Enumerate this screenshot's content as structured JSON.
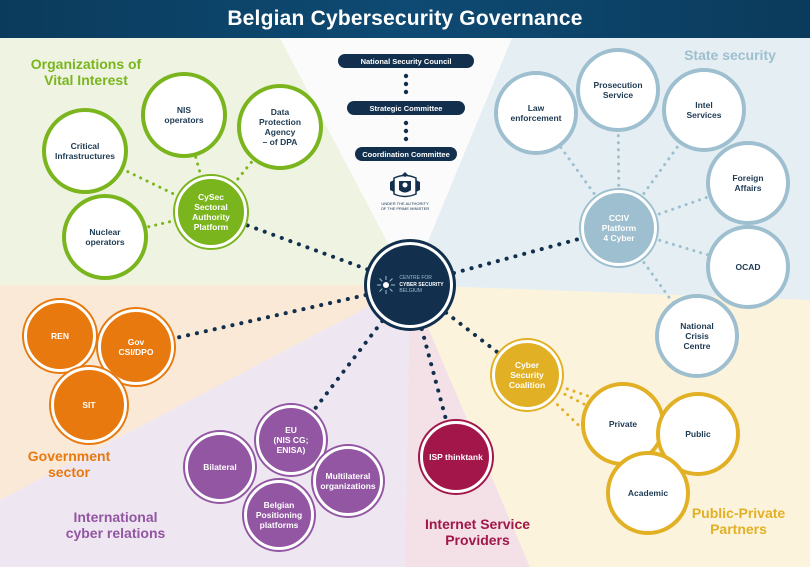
{
  "title": "Belgian Cybersecurity Governance",
  "sections": {
    "vital_interest": "Organizations of\nVital Interest",
    "state_security": "State security",
    "government": "Government\nsector",
    "international": "International\ncyber relations",
    "isp": "Internet Service\nProviders",
    "ppp": "Public-Private\nPartners"
  },
  "hierarchy": {
    "nsc": "National Security Council",
    "strategic": "Strategic Committee",
    "coordination": "Coordination Committee",
    "authority_note": "UNDER THE AUTHORITY\nOF THE PRIME MINISTER"
  },
  "hub": {
    "line1": "CENTRE FOR",
    "line2": "CYBER SECURITY",
    "line3": "BELGIUM"
  },
  "vital": {
    "platform": "CySec\nSectoral\nAuthority\nPlatform",
    "nis": "NIS\noperators",
    "dpa": "Data\nProtection\nAgency\n– of DPA",
    "critical": "Critical\nInfrastructures",
    "nuclear": "Nuclear\noperators"
  },
  "state": {
    "platform": "CCIV\nPlatform\n4 Cyber",
    "law": "Law\nenforcement",
    "prosecution": "Prosecution\nService",
    "intel": "Intel\nServices",
    "foreign": "Foreign\nAffairs",
    "ocad": "OCAD",
    "crisis": "National\nCrisis\nCentre"
  },
  "gov": {
    "ren": "REN",
    "csi": "Gov\nCSI/DPO",
    "sit": "SIT"
  },
  "intl": {
    "eu": "EU\n(NIS CG;\nENISA)",
    "bilateral": "Bilateral",
    "multilateral": "Multilateral\norganizations",
    "belgian": "Belgian\nPositioning\nplatforms"
  },
  "isp_node": "ISP thinktank",
  "ppp_nodes": {
    "coalition": "Cyber\nSecurity\nCoalition",
    "private": "Private",
    "public": "Public",
    "academic": "Academic"
  },
  "colors": {
    "header": "#0e4a73",
    "hub": "#12304d",
    "green": "#7ab51d",
    "blue": "#9ebfcf",
    "orange": "#e8790e",
    "purple": "#9256a3",
    "crimson": "#a3164a",
    "gold": "#e2b024"
  }
}
